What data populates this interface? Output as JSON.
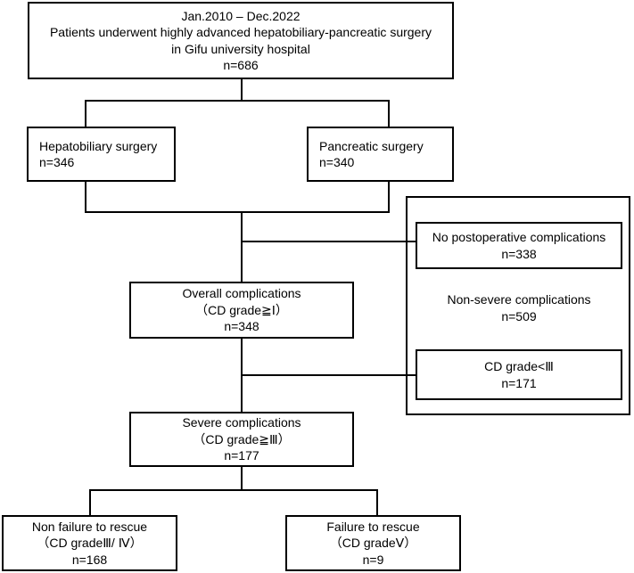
{
  "top": {
    "line1": "Jan.2010 – Dec.2022",
    "line2": "Patients underwent highly advanced hepatobiliary-pancreatic surgery",
    "line3": "in Gifu university hospital",
    "count": "n=686"
  },
  "hepatobiliary": {
    "label": "Hepatobiliary surgery",
    "count": "n=346"
  },
  "pancreatic": {
    "label": "Pancreatic surgery",
    "count": "n=340"
  },
  "overall": {
    "label": "Overall complications",
    "grade": "（CD grade≧Ⅰ）",
    "count": "n=348"
  },
  "no_complications": {
    "label": "No postoperative complications",
    "count": "n=338"
  },
  "non_severe": {
    "label": "Non-severe complications",
    "count": "n=509"
  },
  "cd_lt3": {
    "label": "CD grade<Ⅲ",
    "count": "n=171"
  },
  "severe": {
    "label": "Severe complications",
    "grade": "（CD grade≧Ⅲ）",
    "count": "n=177"
  },
  "non_failure": {
    "label": "Non failure to rescue",
    "grade": "（CD gradeⅢ/ Ⅳ）",
    "count": "n=168"
  },
  "failure": {
    "label": "Failure to rescue",
    "grade": "（CD gradeⅤ）",
    "count": "n=9"
  }
}
